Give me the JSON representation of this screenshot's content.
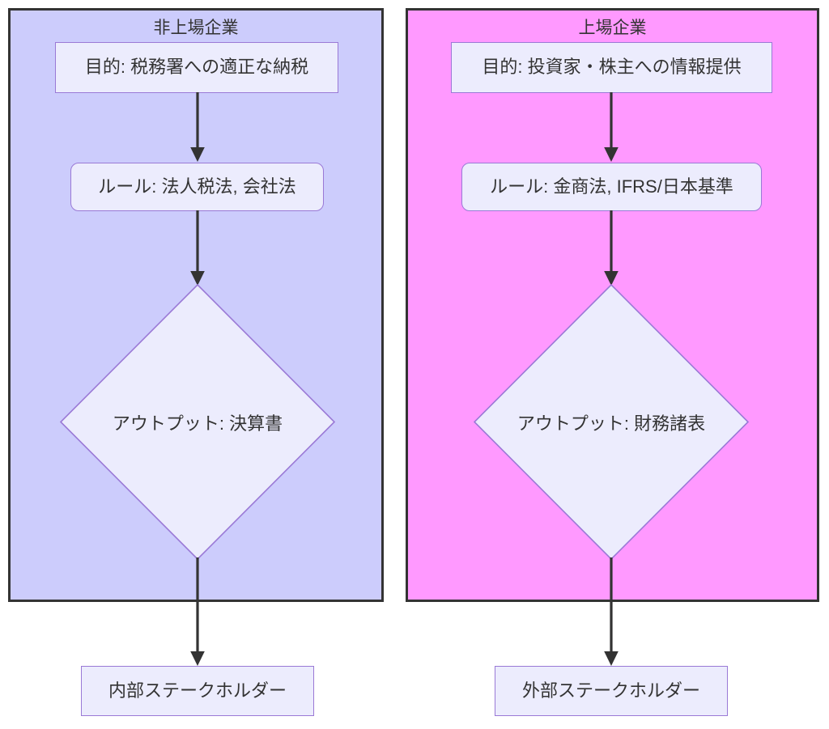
{
  "diagram": {
    "title_private": "非上場企業",
    "title_listed": "上場企業",
    "colors": {
      "panel_private_fill": "#ccccfc",
      "panel_listed_fill": "#ff99ff",
      "panel_border": "#333333",
      "node_fill": "#ececfd",
      "node_border": "#9a79d6",
      "edge": "#333333",
      "text": "#333333",
      "background": "#ffffff"
    },
    "private_branch": {
      "purpose": "目的: 税務署への適正な納税",
      "rule": "ルール: 法人税法, 会社法",
      "output": "アウトプット: 決算書",
      "stakeholder": "内部ステークホルダー"
    },
    "listed_branch": {
      "purpose": "目的: 投資家・株主への情報提供",
      "rule": "ルール: 金商法, IFRS/日本基準",
      "output": "アウトプット: 財務諸表",
      "stakeholder": "外部ステークホルダー"
    },
    "edges": [
      {
        "from": "目的: 税務署への適正な納税",
        "to": "ルール: 法人税法, 会社法"
      },
      {
        "from": "ルール: 法人税法, 会社法",
        "to": "アウトプット: 決算書"
      },
      {
        "from": "アウトプット: 決算書",
        "to": "内部ステークホルダー"
      },
      {
        "from": "目的: 投資家・株主への情報提供",
        "to": "ルール: 金商法, IFRS/日本基準"
      },
      {
        "from": "ルール: 金商法, IFRS/日本基準",
        "to": "アウトプット: 財務諸表"
      },
      {
        "from": "アウトプット: 財務諸表",
        "to": "外部ステークホルダー"
      }
    ]
  }
}
